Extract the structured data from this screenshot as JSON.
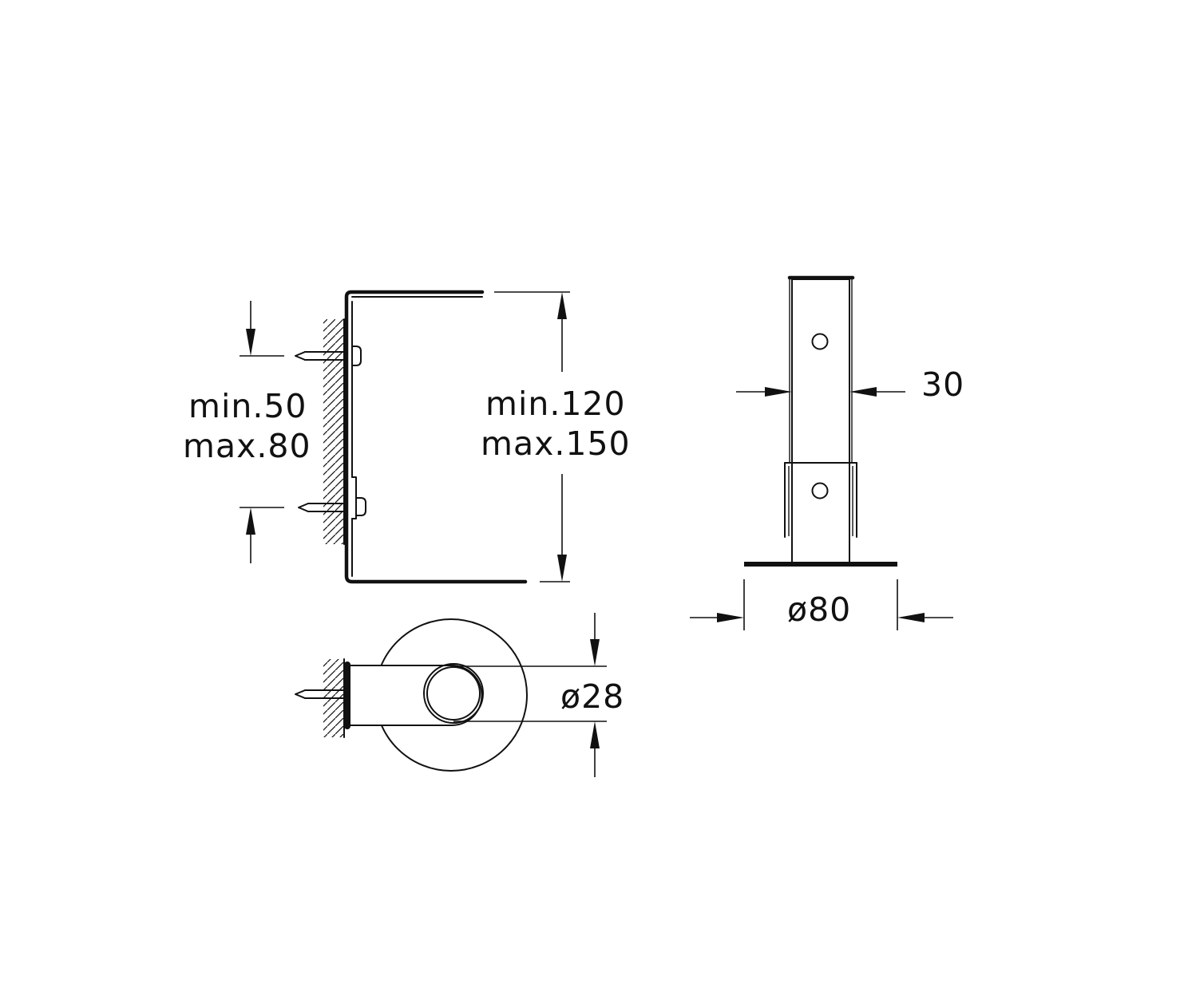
{
  "dimensions": {
    "side_offset": {
      "line1": "min.50",
      "line2": "max.80"
    },
    "side_depth": {
      "line1": "min.120",
      "line2": "max.150"
    },
    "tube_width": "30",
    "base_diameter": "ø80",
    "ring_diameter": "ø28"
  },
  "colors": {
    "line": "#111111",
    "background": "#ffffff"
  }
}
